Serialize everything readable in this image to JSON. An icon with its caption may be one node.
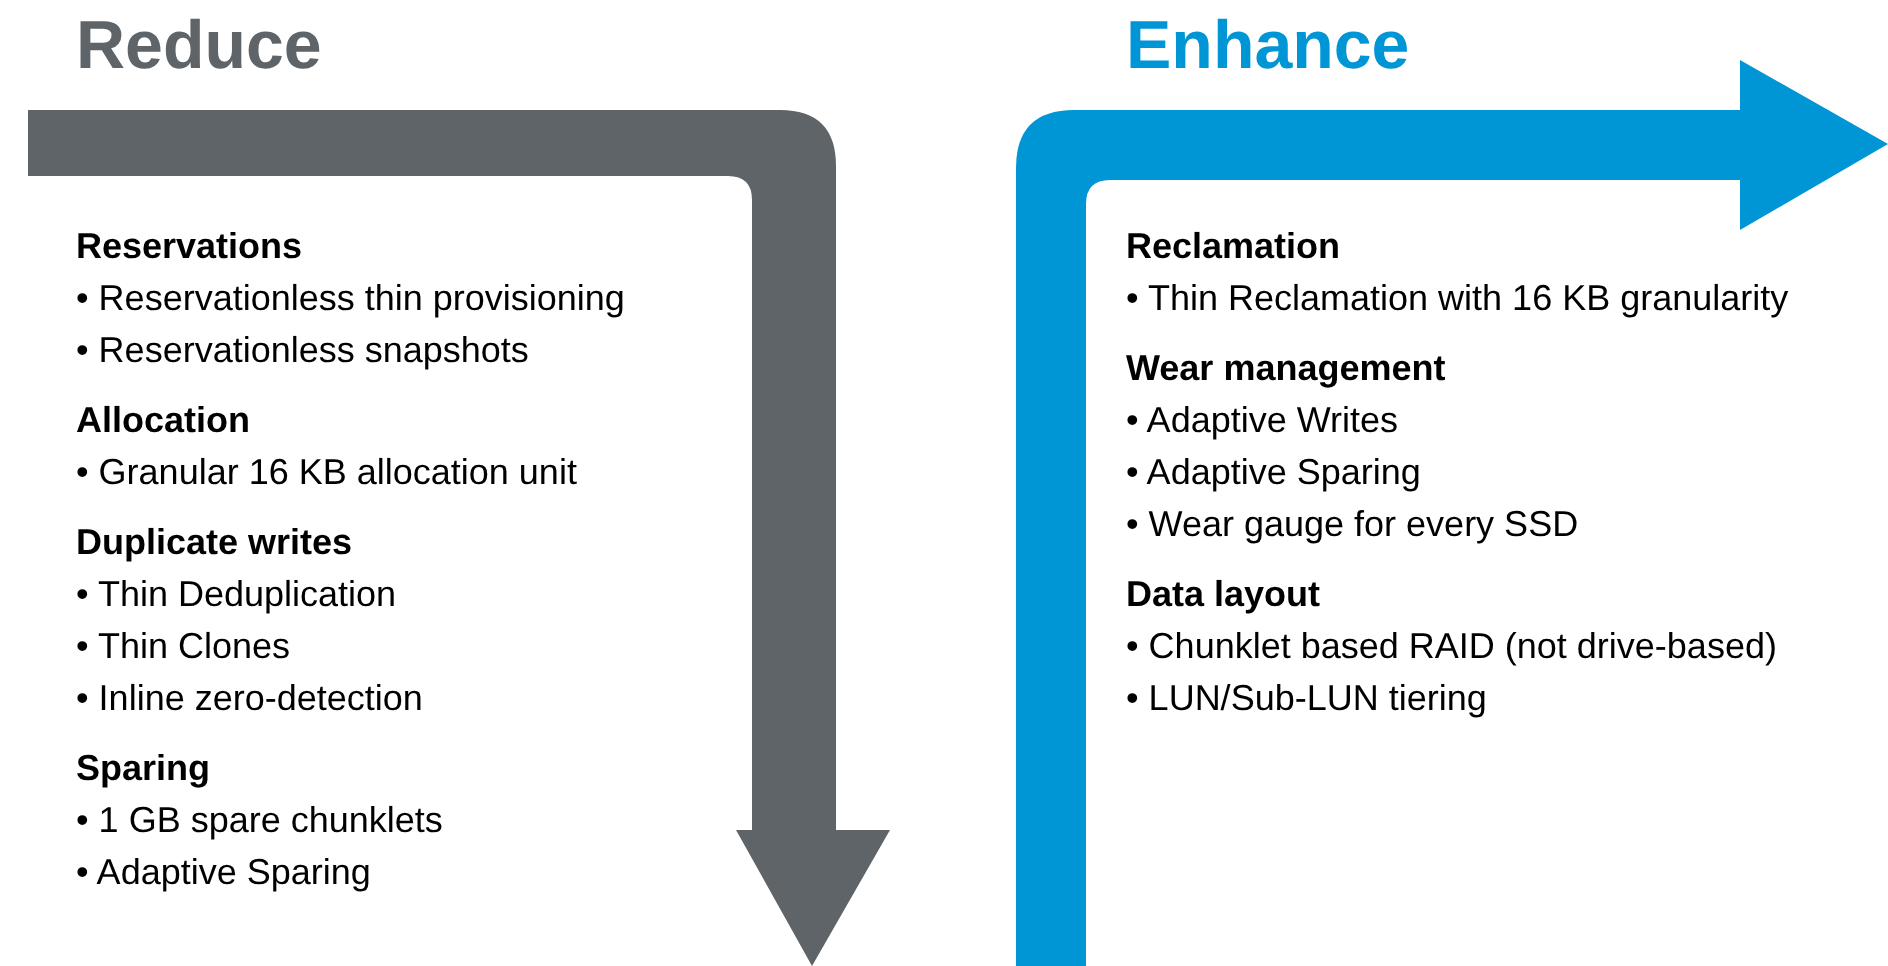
{
  "diagram": {
    "nodes": [
      {
        "text": [
          "Reduce",
          "Reservations",
          "• Reservationless thin provisioning",
          "• Reservationless snapshots",
          "Allocation",
          "• Granular 16 KB allocation unit",
          "Duplicate writes",
          "• Thin Deduplication",
          "• Thin Clones",
          "• Inline zero-detection",
          "Sparing",
          "• 1 GB spare chunklets",
          "• Adaptive Sparing"
        ]
      },
      {
        "text": [
          "Enhance",
          "Reclamation",
          "• Thin Reclamation with 16 KB granularity",
          "Wear management",
          "• Adaptive Writes",
          "• Adaptive Sparing",
          "• Wear gauge for every SSD",
          "Data layout",
          "• Chunklet based RAID (not drive-based)",
          "• LUN/Sub-LUN tiering"
        ]
      }
    ]
  }
}
